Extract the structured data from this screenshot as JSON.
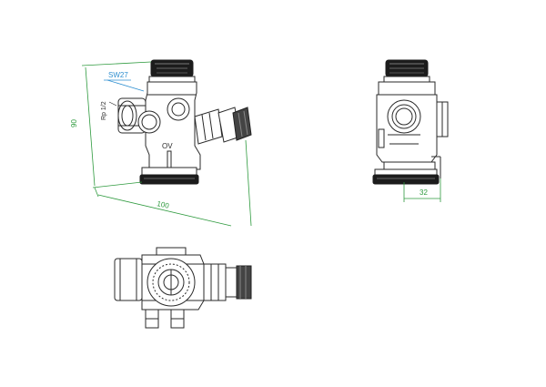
{
  "annotations": {
    "wrench_size": "SW27",
    "thread_size": "Rp 1/2",
    "valve_marking": "OV"
  },
  "dimensions": {
    "height": "90",
    "length": "100",
    "depth": "32"
  },
  "colors": {
    "line": "#2a2a2a",
    "dimension": "#2e9a3e",
    "callout": "#2e8fd0",
    "cap": "#1c1c1c"
  }
}
